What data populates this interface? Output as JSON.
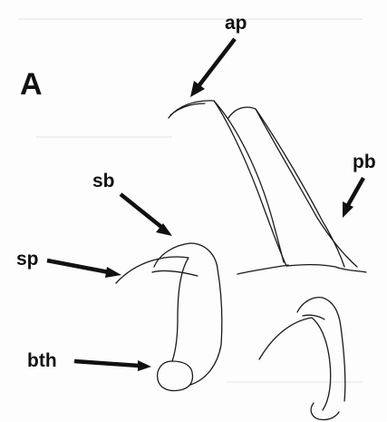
{
  "figure": {
    "panel_label": "A",
    "labels": {
      "ap": "ap",
      "pb": "pb",
      "sb": "sb",
      "sp": "sp",
      "bth": "bth"
    }
  }
}
